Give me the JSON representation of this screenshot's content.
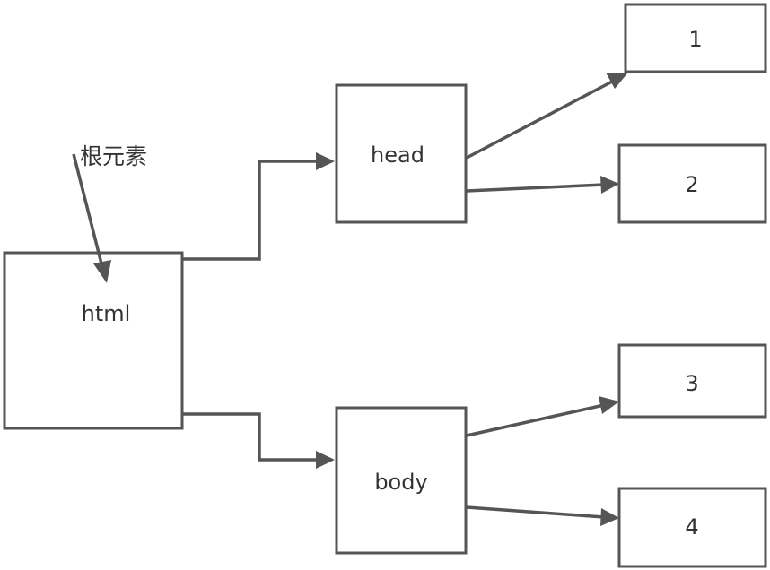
{
  "diagram": {
    "nodes": {
      "html": "html",
      "head": "head",
      "body": "body",
      "child_1": "1",
      "child_2": "2",
      "child_3": "3",
      "child_4": "4"
    },
    "annotation": "根元素",
    "colors": {
      "stroke": "#555555",
      "text": "#333333",
      "background": "#ffffff"
    }
  }
}
